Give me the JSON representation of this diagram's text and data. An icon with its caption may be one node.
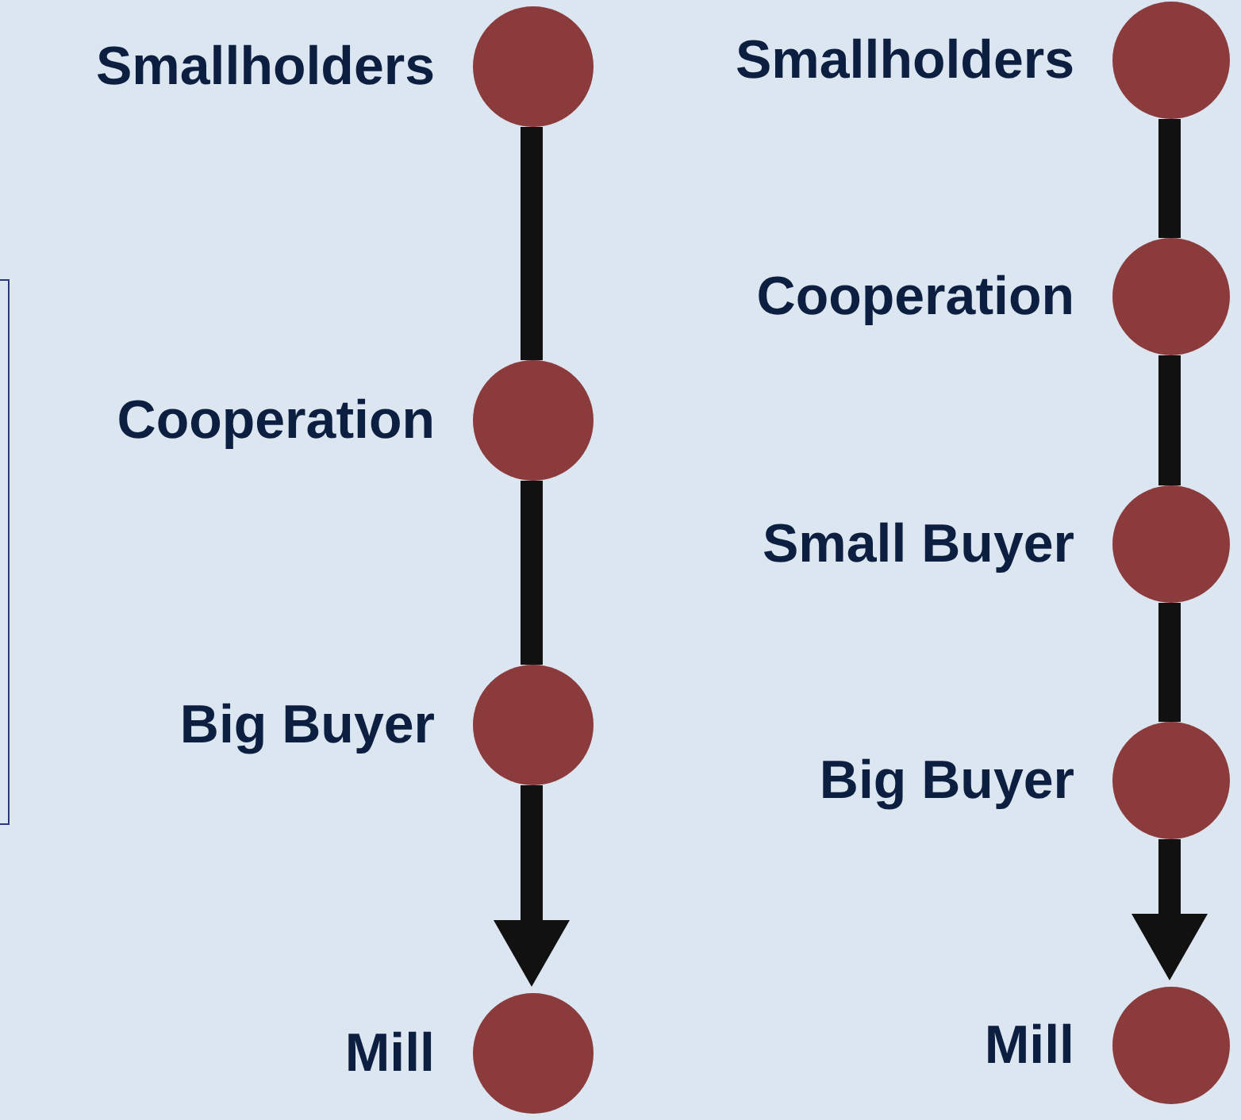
{
  "diagram": {
    "nodes": [
      {
        "text": [
          "Smallholders"
        ]
      },
      {
        "text": [
          "Cooperation"
        ]
      },
      {
        "text": [
          "Big Buyer"
        ]
      },
      {
        "text": [
          "Mill"
        ]
      },
      {
        "text": [
          "Smallholders"
        ]
      },
      {
        "text": [
          "Cooperation"
        ]
      },
      {
        "text": [
          "Small Buyer"
        ]
      },
      {
        "text": [
          "Big Buyer"
        ]
      },
      {
        "text": [
          "Mill"
        ]
      }
    ],
    "edges": [
      {
        "from": 0,
        "to": 1,
        "arrow": "none"
      },
      {
        "from": 1,
        "to": 2,
        "arrow": "none"
      },
      {
        "from": 2,
        "to": 3,
        "arrow": "to"
      },
      {
        "from": 4,
        "to": 5,
        "arrow": "none"
      },
      {
        "from": 5,
        "to": 6,
        "arrow": "none"
      },
      {
        "from": 6,
        "to": 7,
        "arrow": "none"
      },
      {
        "from": 7,
        "to": 8,
        "arrow": "to"
      }
    ]
  }
}
